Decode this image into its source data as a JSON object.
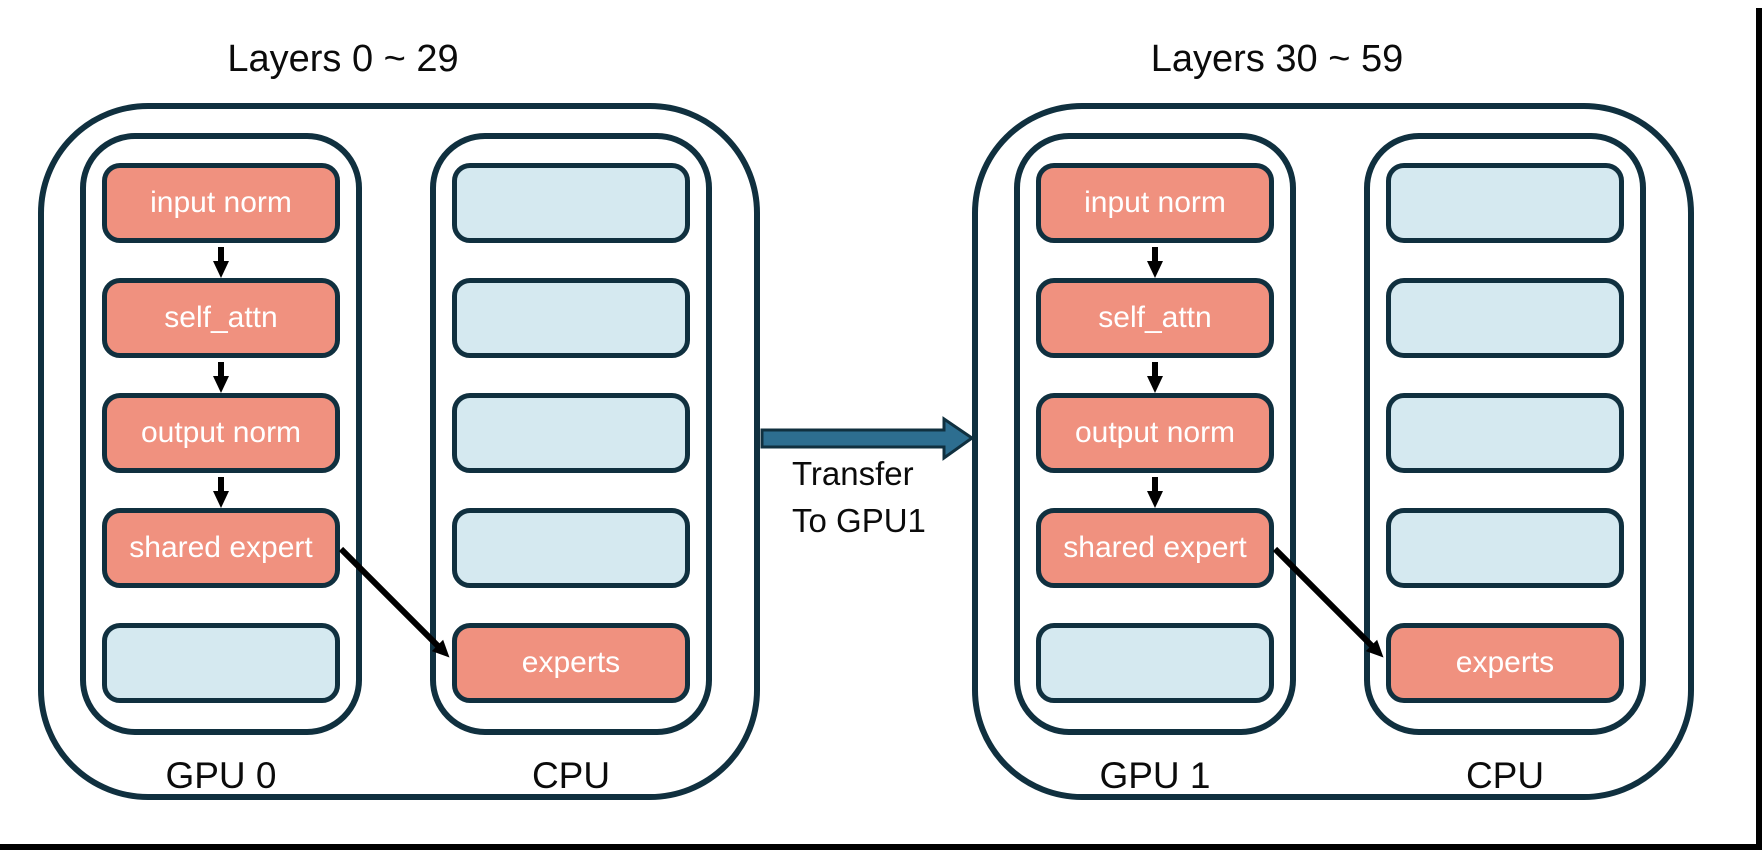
{
  "colors": {
    "module_fill": "#f0917f",
    "empty_slot_fill": "#d5e9f0",
    "outline": "#10303f",
    "transfer_arrow_fill": "#2d6e90",
    "flow_arrow": "#000000",
    "text": "#0b0b0b",
    "module_text": "#ffffff",
    "frame": "#000000"
  },
  "groups": [
    {
      "title": "Layers 0 ~ 29",
      "gpu": {
        "label": "GPU 0",
        "modules": [
          "input norm",
          "self_attn",
          "output norm",
          "shared expert"
        ]
      },
      "cpu": {
        "label": "CPU",
        "expert_module": "experts"
      }
    },
    {
      "title": "Layers 30 ~ 59",
      "gpu": {
        "label": "GPU 1",
        "modules": [
          "input norm",
          "self_attn",
          "output norm",
          "shared expert"
        ]
      },
      "cpu": {
        "label": "CPU",
        "expert_module": "experts"
      }
    }
  ],
  "transfer": {
    "line1": "Transfer",
    "line2": "To GPU1"
  }
}
